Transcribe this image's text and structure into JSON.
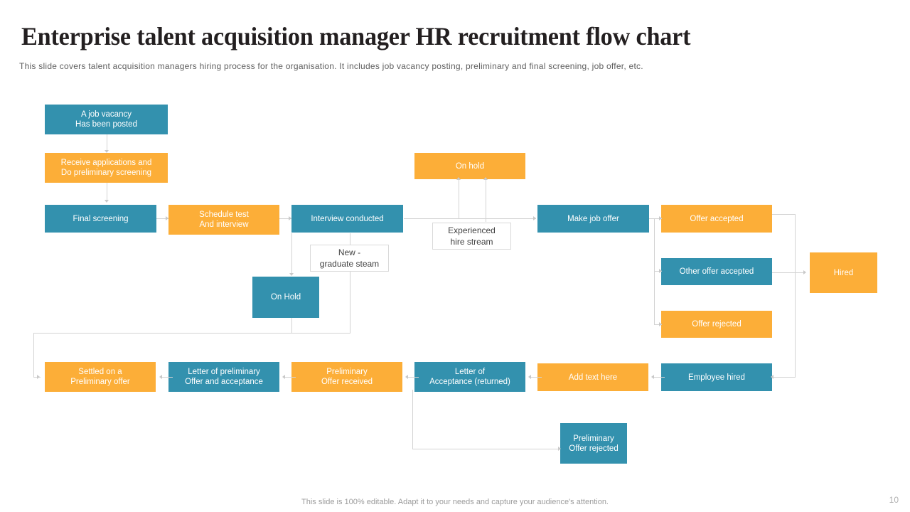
{
  "slide": {
    "title": "Enterprise talent acquisition manager HR recruitment flow chart",
    "subtitle": "This slide covers talent acquisition managers hiring process for the organisation.  It includes job vacancy  posting, preliminary and final screening, job offer,  etc.",
    "footer_note": "This slide is 100% editable. Adapt it to your needs and capture your audience's attention.",
    "page_number": "10"
  },
  "colors": {
    "blue": "#3391ae",
    "orange": "#fcae38",
    "connector": "#d3d3d3",
    "title_text": "#231f20",
    "subtitle_text": "#5e5e5e",
    "footer_text": "#9b9b9b",
    "label_border": "#d9d9d9",
    "label_text": "#404040"
  },
  "flow": {
    "nodes": [
      {
        "id": "job-vacancy-posted",
        "label": "A job vacancy\nHas been posted",
        "color": "blue"
      },
      {
        "id": "receive-applications",
        "label": "Receive applications and\nDo  preliminary screening",
        "color": "orange"
      },
      {
        "id": "final-screening",
        "label": "Final screening",
        "color": "blue"
      },
      {
        "id": "schedule-test",
        "label": "Schedule test\nAnd interview",
        "color": "orange"
      },
      {
        "id": "interview-conducted",
        "label": "Interview conducted",
        "color": "blue"
      },
      {
        "id": "on-hold-top",
        "label": "On hold",
        "color": "orange"
      },
      {
        "id": "make-job-offer",
        "label": "Make job offer",
        "color": "blue"
      },
      {
        "id": "offer-accepted",
        "label": "Offer accepted",
        "color": "orange"
      },
      {
        "id": "other-offer-accepted",
        "label": "Other offer accepted",
        "color": "blue"
      },
      {
        "id": "offer-rejected",
        "label": "Offer rejected",
        "color": "orange"
      },
      {
        "id": "hired",
        "label": "Hired",
        "color": "orange"
      },
      {
        "id": "on-hold-mid",
        "label": "On Hold",
        "color": "blue"
      },
      {
        "id": "settled-preliminary-offer",
        "label": "Settled on a\nPreliminary offer",
        "color": "orange"
      },
      {
        "id": "letter-preliminary-offer",
        "label": "Letter of preliminary\nOffer and acceptance",
        "color": "blue"
      },
      {
        "id": "preliminary-offer-received",
        "label": "Preliminary\nOffer received",
        "color": "orange"
      },
      {
        "id": "letter-acceptance-returned",
        "label": "Letter of\nAcceptance (returned)",
        "color": "blue"
      },
      {
        "id": "add-text-here",
        "label": "Add text here",
        "color": "orange"
      },
      {
        "id": "employee-hired",
        "label": "Employee hired",
        "color": "blue"
      },
      {
        "id": "preliminary-offer-rejected",
        "label": "Preliminary\nOffer rejected",
        "color": "blue"
      }
    ],
    "stream_labels": [
      {
        "id": "experienced-hire-stream",
        "label": "Experienced\nhire stream"
      },
      {
        "id": "new-graduate-steam",
        "label": "New -\ngraduate  steam"
      }
    ]
  }
}
